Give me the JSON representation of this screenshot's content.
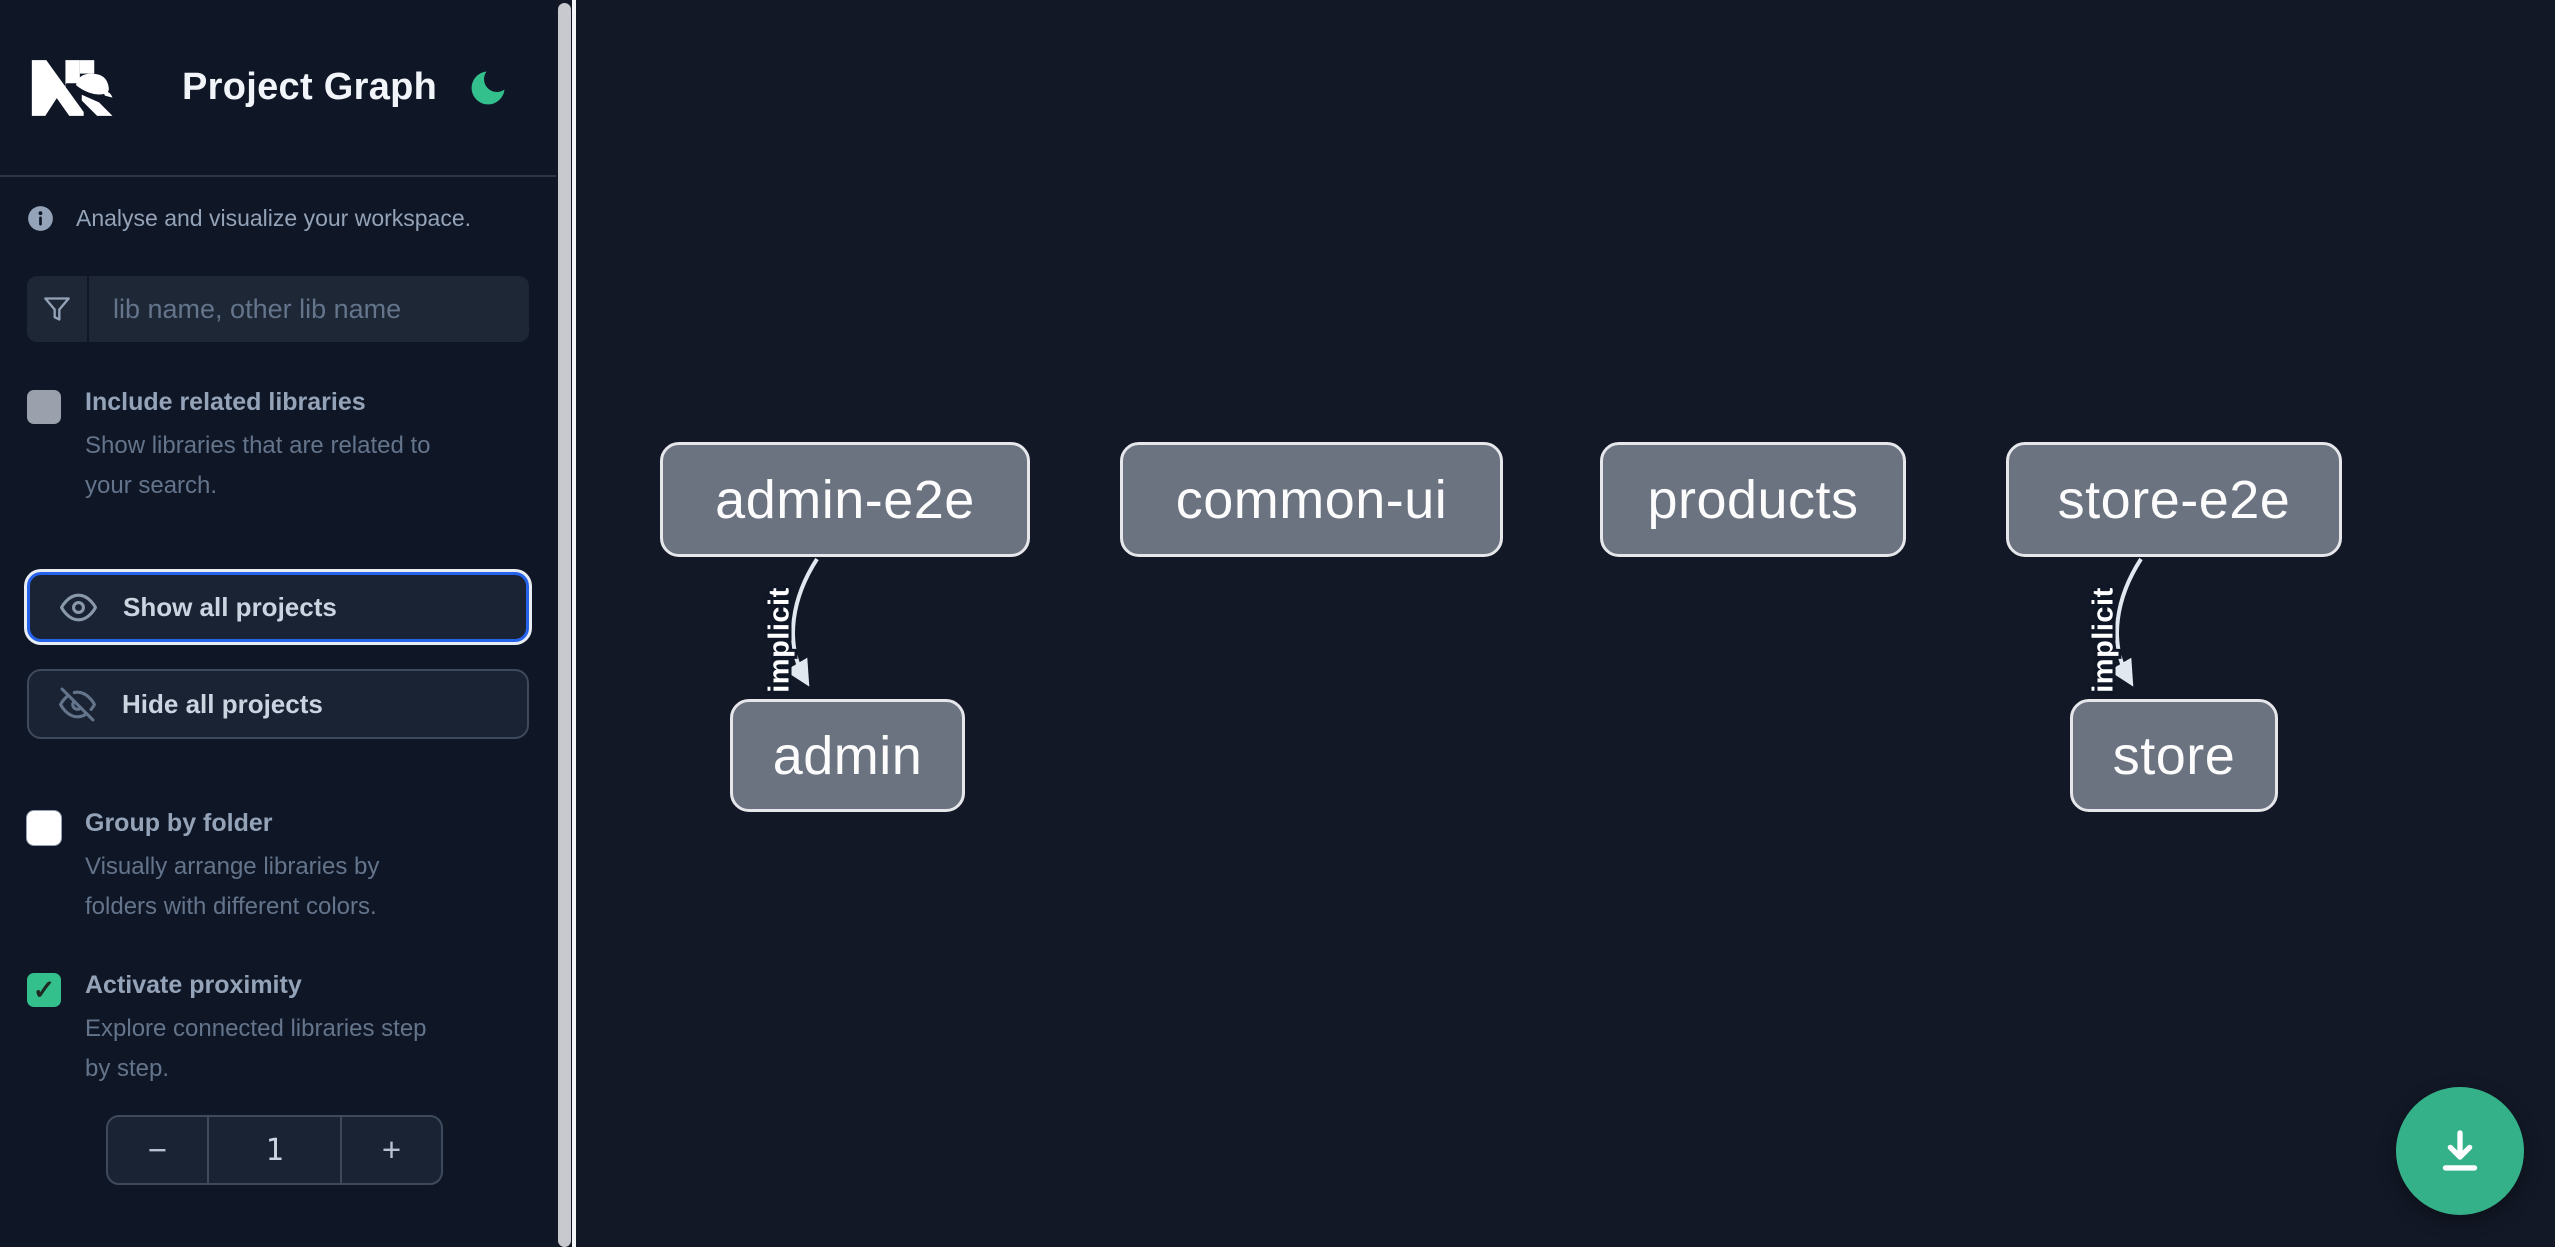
{
  "header": {
    "title": "Project Graph",
    "logo_icon": "nx-logo",
    "theme_toggle_icon": "moon-icon"
  },
  "sidebar": {
    "info_text": "Analyse and visualize your workspace.",
    "search": {
      "placeholder": "lib name, other lib name",
      "icon": "filter-icon"
    },
    "checkboxes": [
      {
        "label": "Include related libraries",
        "description": "Show libraries that are related to\nyour search.",
        "checked": false
      },
      {
        "label": "Group by folder",
        "description": "Visually arrange libraries by\nfolders with different colors.",
        "checked": false
      },
      {
        "label": "Activate proximity",
        "description": "Explore connected libraries step\nby step.",
        "checked": true
      }
    ],
    "buttons": {
      "show_all": "Show all projects",
      "hide_all": "Hide all projects"
    },
    "proximity_stepper": {
      "decrement": "−",
      "value": "1",
      "increment": "+"
    }
  },
  "graph": {
    "nodes": [
      {
        "label": "admin-e2e"
      },
      {
        "label": "common-ui"
      },
      {
        "label": "products"
      },
      {
        "label": "store-e2e"
      },
      {
        "label": "admin"
      },
      {
        "label": "store"
      }
    ],
    "edges": [
      {
        "from": "admin-e2e",
        "to": "admin",
        "label": "implicit"
      },
      {
        "from": "store-e2e",
        "to": "store",
        "label": "implicit"
      }
    ]
  },
  "fab": {
    "icon": "download-icon"
  },
  "colors": {
    "accent_green": "#34c08c",
    "fab_green": "#35b18a",
    "focus_blue": "#2563eb",
    "node_fill": "#6b7280",
    "node_border": "#e5e7eb",
    "edge": "#e2e8f0",
    "sidebar_bg": "#0f1626",
    "canvas_bg": "#121826"
  }
}
